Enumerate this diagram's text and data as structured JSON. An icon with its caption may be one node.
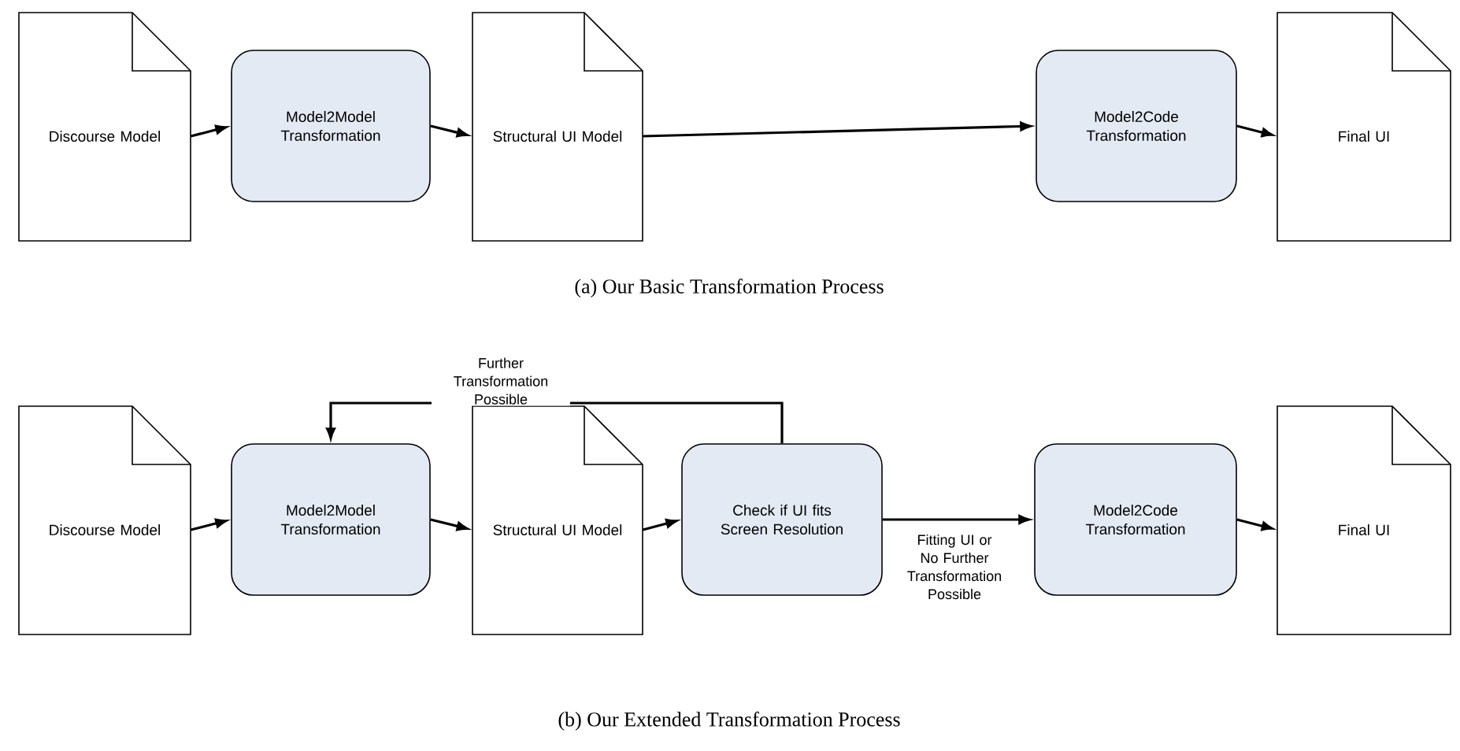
{
  "diagram": {
    "nodes": [
      {
        "text": [
          "Discourse Model"
        ]
      },
      {
        "text": [
          "Model2Model Transformation"
        ]
      },
      {
        "text": [
          "Structural UI Model"
        ]
      },
      {
        "text": [
          "Model2Code Transformation"
        ]
      },
      {
        "text": [
          "Final UI"
        ]
      },
      {
        "text": [
          "Discourse Model"
        ]
      },
      {
        "text": [
          "Model2Model Transformation"
        ]
      },
      {
        "text": [
          "Structural UI Model"
        ]
      },
      {
        "text": [
          "Check if UI fits Screen Resolution"
        ]
      },
      {
        "text": [
          "Model2Code Transformation"
        ]
      },
      {
        "text": [
          "Final UI"
        ]
      }
    ],
    "edges": [
      {
        "from": 0,
        "to": 1,
        "arrow": "to"
      },
      {
        "from": 1,
        "to": 2,
        "arrow": "to"
      },
      {
        "from": 2,
        "to": 3,
        "arrow": "to"
      },
      {
        "from": 3,
        "to": 4,
        "arrow": "to"
      },
      {
        "from": 5,
        "to": 6,
        "arrow": "to"
      },
      {
        "from": 6,
        "to": 7,
        "arrow": "to"
      },
      {
        "from": 7,
        "to": 8,
        "arrow": "to"
      },
      {
        "from": 8,
        "to": 6,
        "arrow": "to",
        "label": "Further Transformation Possible"
      },
      {
        "from": 8,
        "to": 9,
        "arrow": "to",
        "label": "Fitting UI or No Further Transformation Possible"
      },
      {
        "from": 9,
        "to": 10,
        "arrow": "to"
      }
    ],
    "labels": [
      "(a) Our Basic Transformation Process",
      "(b) Our Extended Transformation Process"
    ]
  }
}
